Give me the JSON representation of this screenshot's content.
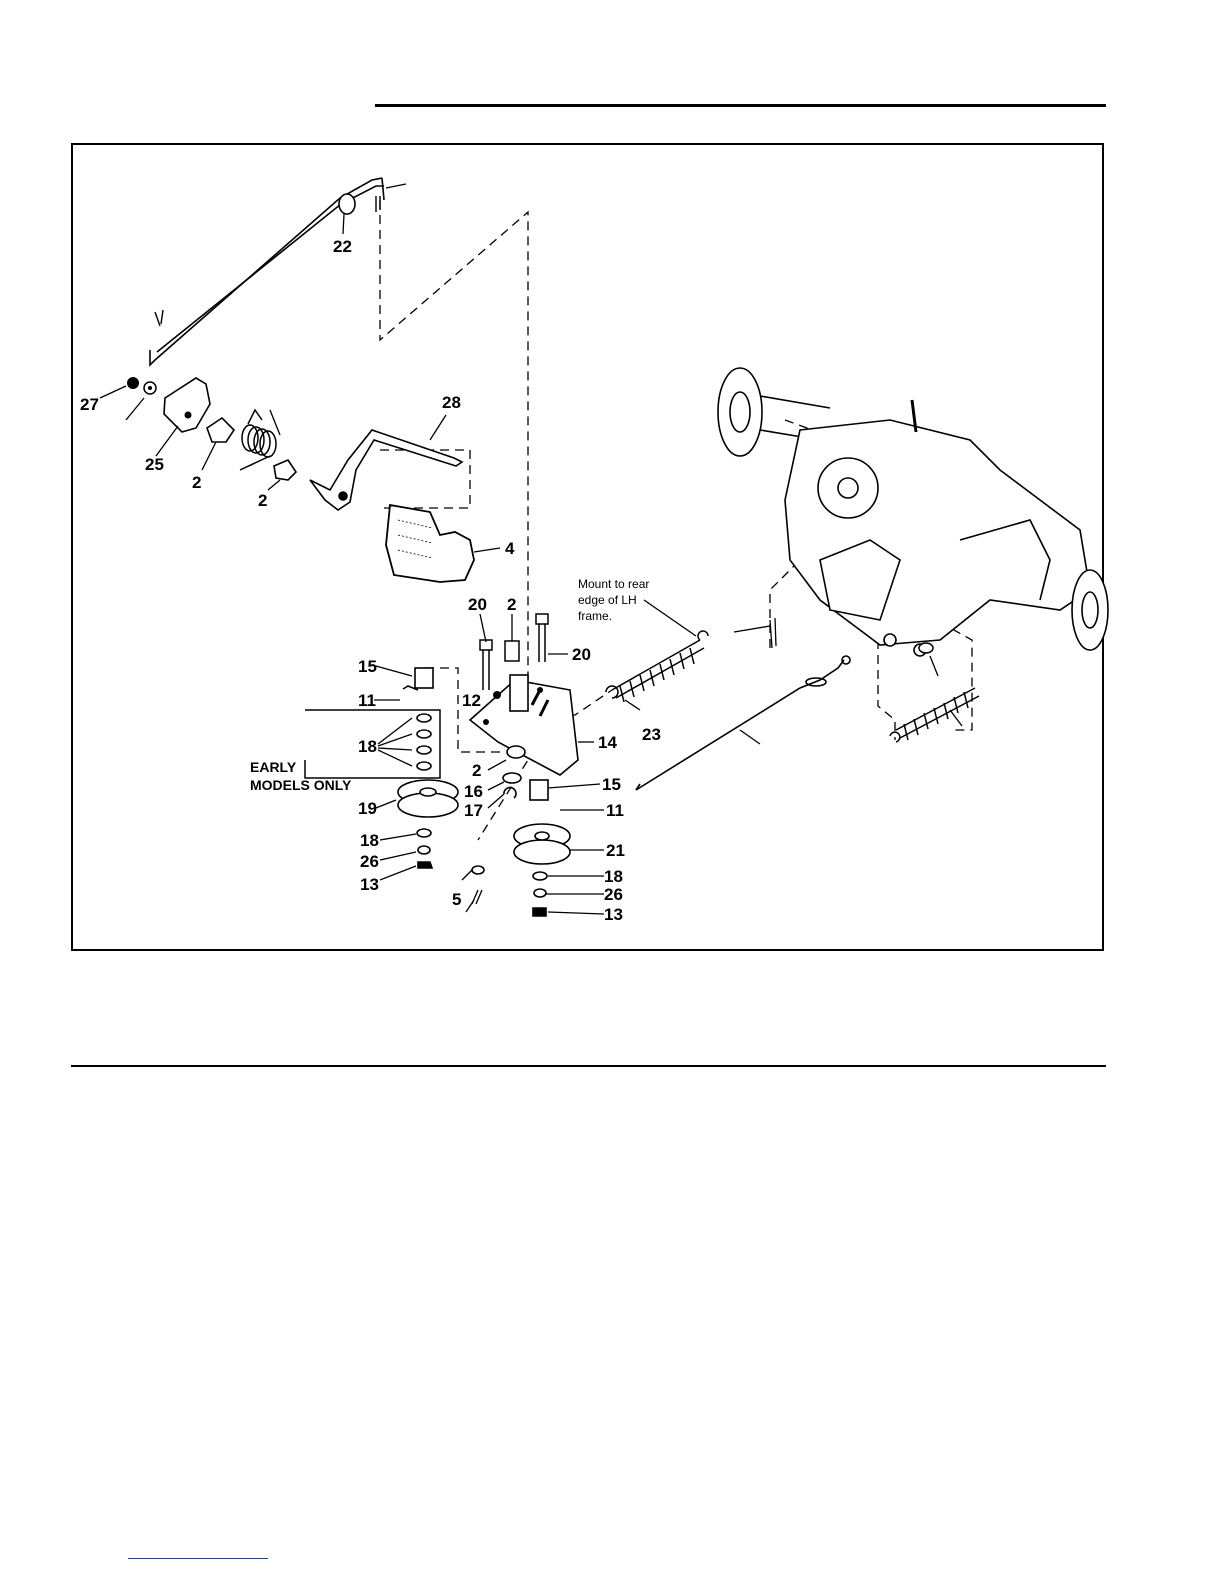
{
  "callouts": {
    "c22": "22",
    "c27": "27",
    "c25": "25",
    "c2a": "2",
    "c2b": "2",
    "c28": "28",
    "c4": "4",
    "c20a": "20",
    "c2c": "2",
    "c20b": "20",
    "c15a": "15",
    "c11a": "11",
    "c12": "12",
    "c18a": "18",
    "c14": "14",
    "c23": "23",
    "c2d": "2",
    "c16": "16",
    "c17": "17",
    "c15b": "15",
    "c11b": "11",
    "c19": "19",
    "c21": "21",
    "c18b": "18",
    "c26a": "26",
    "c13a": "13",
    "c5": "5",
    "c18c": "18",
    "c26b": "26",
    "c13b": "13"
  },
  "group_label": {
    "line1": "EARLY",
    "line2": "MODELS ONLY"
  },
  "mount_note": {
    "line1": "Mount to rear",
    "line2": "edge of LH",
    "line3": "frame."
  }
}
